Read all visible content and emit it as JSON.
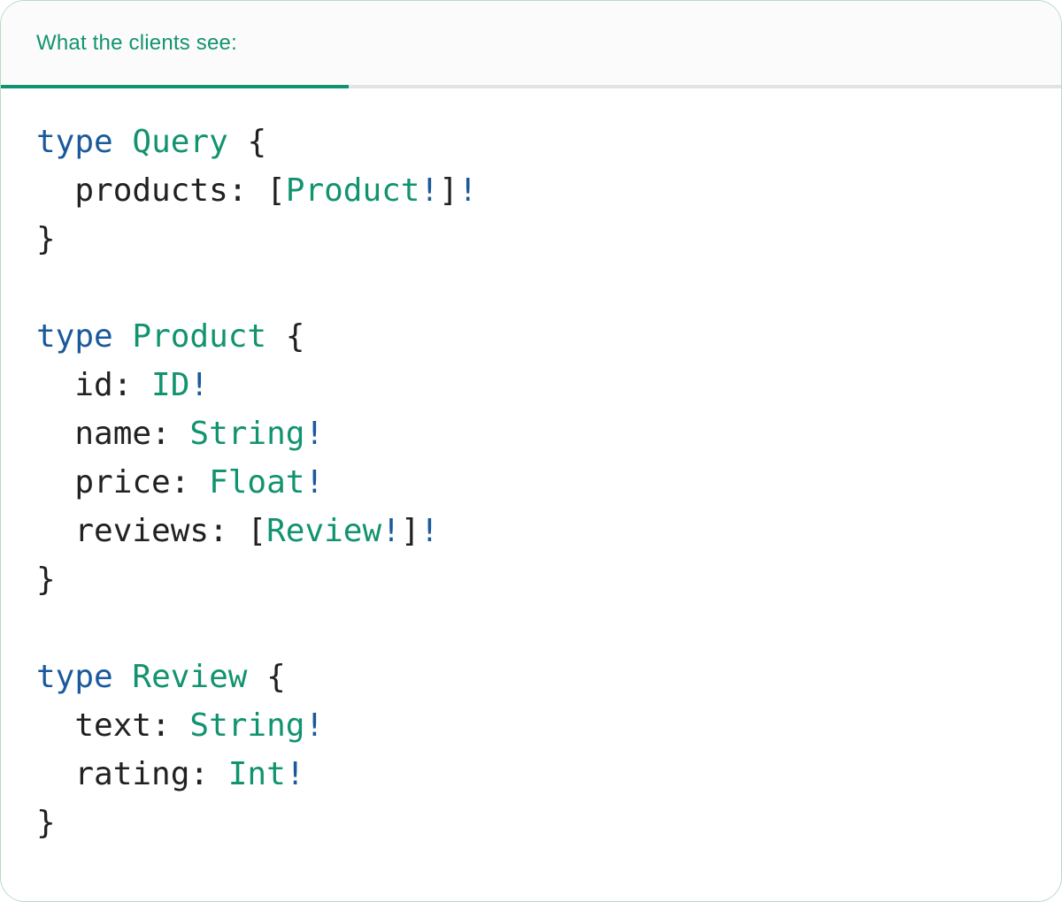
{
  "header": {
    "title": "What the clients see:"
  },
  "colors": {
    "accent_green": "#12936F",
    "keyword_blue": "#1A5A9C",
    "bang_blue": "#1A5A9C",
    "code_text": "#212121",
    "header_bg": "#FBFBFB",
    "divider_gray": "#E3E3E3",
    "card_border": "#B7DCC4",
    "card_bg": "#FFFFFF"
  },
  "code": {
    "language": "graphql",
    "lines": [
      [
        {
          "t": "type",
          "c": "kw"
        },
        {
          "t": " ",
          "c": "pl"
        },
        {
          "t": "Query",
          "c": "ty"
        },
        {
          "t": " {",
          "c": "pl"
        }
      ],
      [
        {
          "t": "  products: [",
          "c": "pl"
        },
        {
          "t": "Product",
          "c": "ty"
        },
        {
          "t": "!",
          "c": "bang"
        },
        {
          "t": "]",
          "c": "pl"
        },
        {
          "t": "!",
          "c": "bang"
        }
      ],
      [
        {
          "t": "}",
          "c": "pl"
        }
      ],
      [],
      [
        {
          "t": "type",
          "c": "kw"
        },
        {
          "t": " ",
          "c": "pl"
        },
        {
          "t": "Product",
          "c": "ty"
        },
        {
          "t": " {",
          "c": "pl"
        }
      ],
      [
        {
          "t": "  id: ",
          "c": "pl"
        },
        {
          "t": "ID",
          "c": "ty"
        },
        {
          "t": "!",
          "c": "bang"
        }
      ],
      [
        {
          "t": "  name: ",
          "c": "pl"
        },
        {
          "t": "String",
          "c": "ty"
        },
        {
          "t": "!",
          "c": "bang"
        }
      ],
      [
        {
          "t": "  price: ",
          "c": "pl"
        },
        {
          "t": "Float",
          "c": "ty"
        },
        {
          "t": "!",
          "c": "bang"
        }
      ],
      [
        {
          "t": "  reviews: [",
          "c": "pl"
        },
        {
          "t": "Review",
          "c": "ty"
        },
        {
          "t": "!",
          "c": "bang"
        },
        {
          "t": "]",
          "c": "pl"
        },
        {
          "t": "!",
          "c": "bang"
        }
      ],
      [
        {
          "t": "}",
          "c": "pl"
        }
      ],
      [],
      [
        {
          "t": "type",
          "c": "kw"
        },
        {
          "t": " ",
          "c": "pl"
        },
        {
          "t": "Review",
          "c": "ty"
        },
        {
          "t": " {",
          "c": "pl"
        }
      ],
      [
        {
          "t": "  text: ",
          "c": "pl"
        },
        {
          "t": "String",
          "c": "ty"
        },
        {
          "t": "!",
          "c": "bang"
        }
      ],
      [
        {
          "t": "  rating: ",
          "c": "pl"
        },
        {
          "t": "Int",
          "c": "ty"
        },
        {
          "t": "!",
          "c": "bang"
        }
      ],
      [
        {
          "t": "}",
          "c": "pl"
        }
      ]
    ]
  }
}
